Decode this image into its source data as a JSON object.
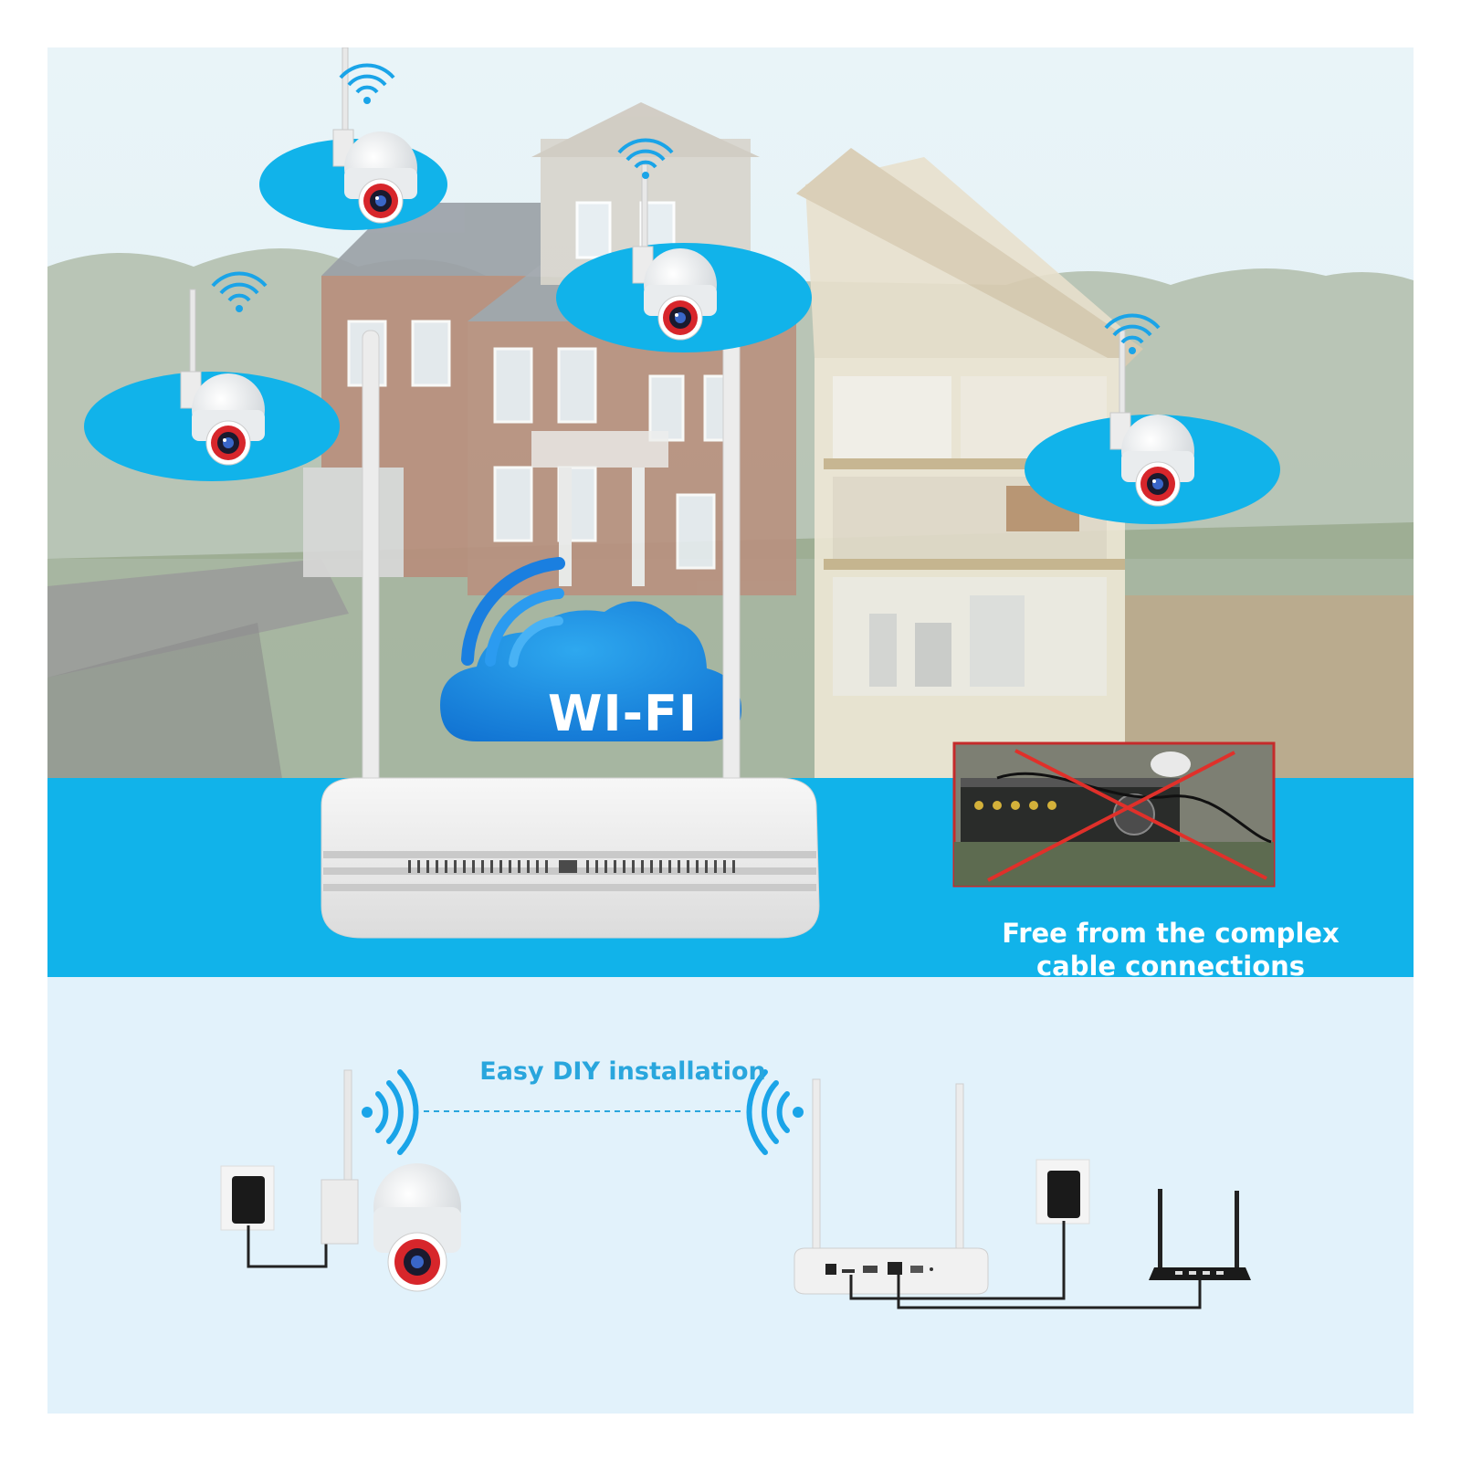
{
  "cloud": {
    "label": "WI-FI"
  },
  "caption": {
    "line1": "Free from the complex",
    "line2": "cable connections"
  },
  "install": {
    "label": "Easy DIY installation"
  },
  "colors": {
    "accent_blue": "#11b3ea",
    "light_bg": "#e2f2fb",
    "label_blue": "#29a6dd",
    "cross_red": "#e0302a",
    "camera_red": "#d7262b"
  },
  "icons": [
    "wifi-signal-icon",
    "camera-icon",
    "nvr-icon",
    "router-icon",
    "power-adapter-icon",
    "cloud-icon"
  ]
}
